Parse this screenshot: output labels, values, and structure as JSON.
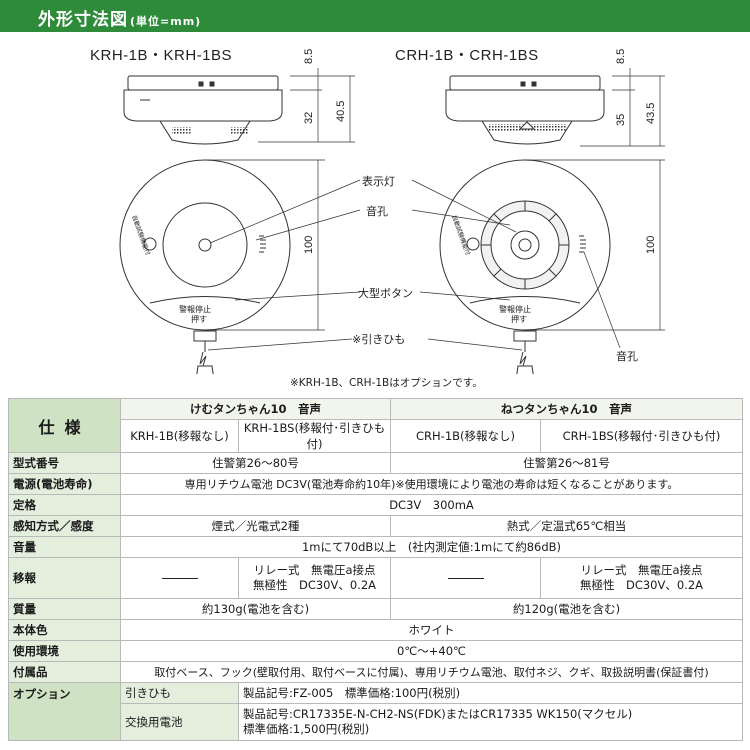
{
  "header": {
    "title": "外形寸法図",
    "unit": "(単位=mm)"
  },
  "diagram": {
    "left_model": "KRH-1B・KRH-1BS",
    "right_model": "CRH-1B・CRH-1BS",
    "dims": {
      "left_top": "8.5",
      "left_body": "32",
      "left_total": "40.5",
      "left_diameter": "100",
      "right_top": "8.5",
      "right_body": "35",
      "right_total": "43.5",
      "right_diameter": "100"
    },
    "callouts": {
      "lamp": "表示灯",
      "sound_hole": "音孔",
      "big_button": "大型ボタン",
      "pull_cord": "※引きひも",
      "sound_hole_right": "音孔"
    },
    "button_label": "警報停止",
    "button_label2": "押す",
    "face_text_left": "自動試験機能付",
    "face_text_right": "自動試験機能付",
    "note": "※KRH-1B、CRH-1Bはオプションです。"
  },
  "spec": {
    "title": "仕様",
    "group1": "けむタンちゃん10　音声",
    "group2": "ねつタンちゃん10　音声",
    "models": [
      "KRH-1B(移報なし)",
      "KRH-1BS(移報付･引きひも付)",
      "CRH-1B(移報なし)",
      "CRH-1BS(移報付･引きひも付)"
    ],
    "rows": {
      "model_no": {
        "label": "型式番号",
        "left": "住警第26～80号",
        "right": "住警第26～81号"
      },
      "power": {
        "label": "電源(電池寿命)",
        "value": "専用リチウム電池 DC3V(電池寿命約10年)※使用環境により電池の寿命は短くなることがあります。"
      },
      "rating": {
        "label": "定格",
        "value": "DC3V　300mA"
      },
      "sensing": {
        "label": "感知方式／感度",
        "left": "煙式／光電式2種",
        "right": "熱式／定温式65℃相当"
      },
      "volume": {
        "label": "音量",
        "value": "1mにて70dB以上　(社内測定値:1mにて約86dB)"
      },
      "relay": {
        "label": "移報",
        "none_left": "—",
        "kr_line1": "リレー式　無電圧a接点",
        "kr_line2": "無極性　DC30V、0.2A",
        "none_right": "—",
        "cr_line1": "リレー式　無電圧a接点",
        "cr_line2": "無極性　DC30V、0.2A"
      },
      "mass": {
        "label": "質量",
        "left": "約130g(電池を含む)",
        "right": "約120g(電池を含む)"
      },
      "color": {
        "label": "本体色",
        "value": "ホワイト"
      },
      "env": {
        "label": "使用環境",
        "value": "0℃～+40℃"
      },
      "accessories": {
        "label": "付属品",
        "value": "取付ベース、フック(壁取付用、取付ベースに付属)、専用リチウム電池、取付ネジ、クギ、取扱説明書(保証書付)"
      }
    },
    "options": {
      "label": "オプション",
      "cord": {
        "name": "引きひも",
        "value": "製品記号:FZ-005　標準価格:100円(税別)"
      },
      "battery": {
        "name": "交換用電池",
        "line1": "製品記号:CR17335E-N-CH2-NS(FDK)またはCR17335 WK150(マクセル)",
        "line2": "標準価格:1,500円(税別)"
      }
    }
  }
}
